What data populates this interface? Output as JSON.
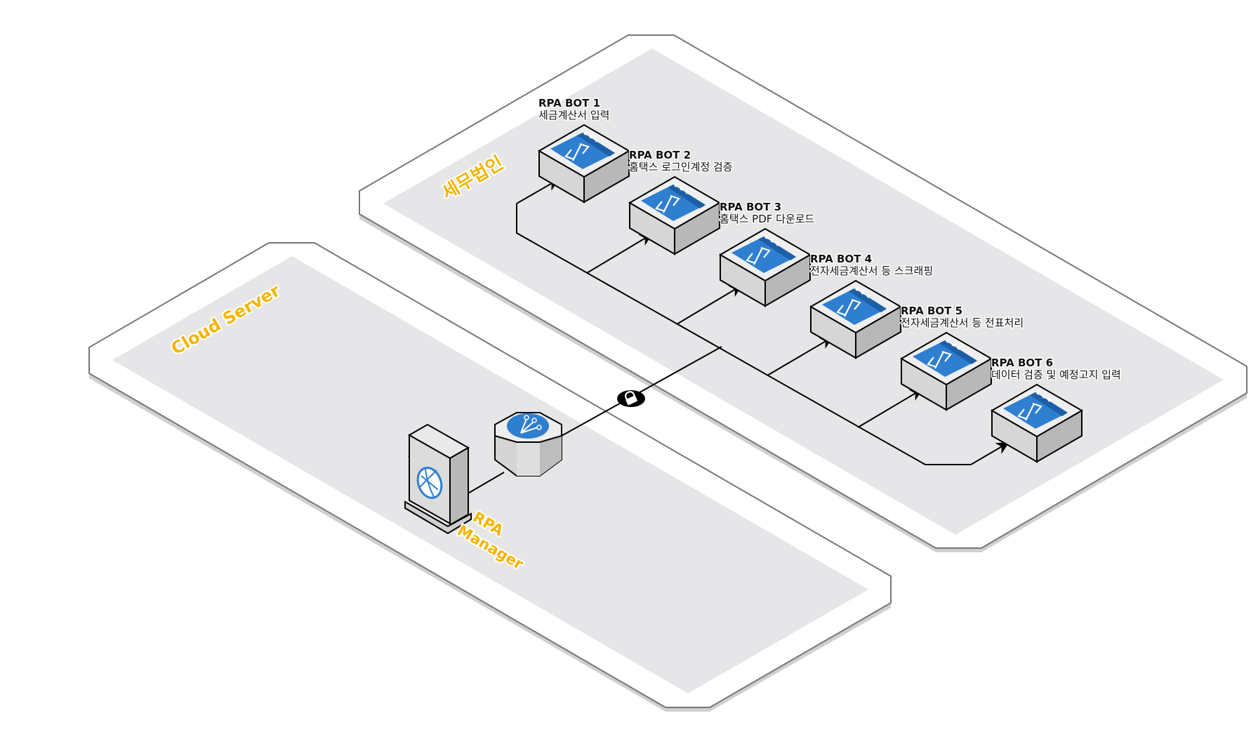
{
  "zones": {
    "tax_firm": {
      "label": "세무법인"
    },
    "cloud_server": {
      "label": "Cloud Server"
    }
  },
  "manager": {
    "label_line1": "RPA",
    "label_line2": "Manager",
    "icon": "globe-server-icon"
  },
  "hub": {
    "icon": "distribution-hub-icon"
  },
  "secure_link": {
    "icon": "lock-icon"
  },
  "bots": [
    {
      "title": "RPA BOT 1",
      "desc": "세금계산서 입력",
      "icon": "code-window-icon"
    },
    {
      "title": "RPA BOT 2",
      "desc": "홈택스 로그인계정 검증",
      "icon": "code-window-icon"
    },
    {
      "title": "RPA BOT 3",
      "desc": "홈택스 PDF 다운로드",
      "icon": "code-window-icon"
    },
    {
      "title": "RPA BOT 4",
      "desc": "전자세금계산서 등 스크래핑",
      "icon": "code-window-icon"
    },
    {
      "title": "RPA BOT 5",
      "desc": "전자세금계산서 등 전표처리",
      "icon": "code-window-icon"
    },
    {
      "title": "RPA BOT 6",
      "desc": "데이터 검증 및 예정고지 입력",
      "icon": "code-window-icon"
    }
  ],
  "colors": {
    "zone_label": "#f5b400",
    "icon_blue": "#2f7fd0",
    "icon_blue_dark": "#1c5fa8",
    "platform_fill": "#e6e6e8"
  }
}
